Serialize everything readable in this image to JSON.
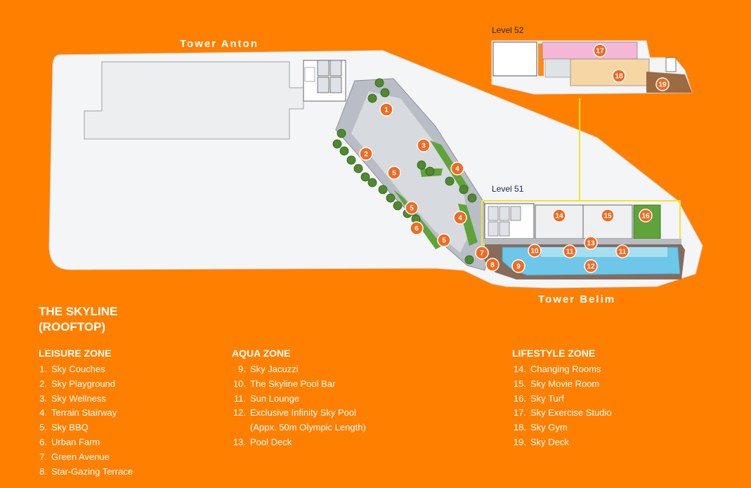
{
  "towers": {
    "anton": "Tower Anton",
    "belim": "Tower Belim"
  },
  "levels": {
    "level_52": "Level 52",
    "level_51": "Level 51"
  },
  "title_line1": "THE SKYLINE",
  "title_line2": "(ROOFTOP)",
  "zones": [
    {
      "title": "LEISURE ZONE",
      "items": [
        {
          "num": "1.",
          "label": "Sky Couches"
        },
        {
          "num": "2.",
          "label": "Sky Playground"
        },
        {
          "num": "3.",
          "label": "Sky Wellness"
        },
        {
          "num": "4.",
          "label": "Terrain Stairway"
        },
        {
          "num": "5.",
          "label": "Sky BBQ"
        },
        {
          "num": "6.",
          "label": "Urban Farm"
        },
        {
          "num": "7.",
          "label": "Green Avenue"
        },
        {
          "num": "8.",
          "label": "Star-Gazing Terrace"
        }
      ]
    },
    {
      "title": "AQUA ZONE",
      "items": [
        {
          "num": "9.",
          "label": "Sky Jacuzzi"
        },
        {
          "num": "10.",
          "label": "The Skyline Pool Bar"
        },
        {
          "num": "11.",
          "label": "Sun Lounge"
        },
        {
          "num": "12.",
          "label": "Exclusive Infinity Sky Pool"
        },
        {
          "num": "",
          "label": "(Appx. 50m Olympic Length)"
        },
        {
          "num": "13.",
          "label": "Pool Deck"
        }
      ]
    },
    {
      "title": "LIFESTYLE ZONE",
      "items": [
        {
          "num": "14.",
          "label": "Changing Rooms"
        },
        {
          "num": "15.",
          "label": "Sky Movie Room"
        },
        {
          "num": "16.",
          "label": "Sky Turf"
        },
        {
          "num": "17.",
          "label": "Sky Exercise Studio"
        },
        {
          "num": "18.",
          "label": "Sky Gym"
        },
        {
          "num": "19.",
          "label": "Sky Deck"
        }
      ]
    }
  ],
  "markers": [
    "1",
    "2",
    "3",
    "4",
    "4",
    "5",
    "5",
    "5",
    "6",
    "7",
    "8",
    "9",
    "10",
    "11",
    "11",
    "12",
    "13",
    "14",
    "15",
    "16",
    "17",
    "18",
    "19"
  ],
  "colors": {
    "background": "#FF7F00",
    "marker": "#F26A21",
    "pool": "#6EC6E8",
    "greenery": "#5FA33A",
    "highlight": "#F2E33A"
  }
}
